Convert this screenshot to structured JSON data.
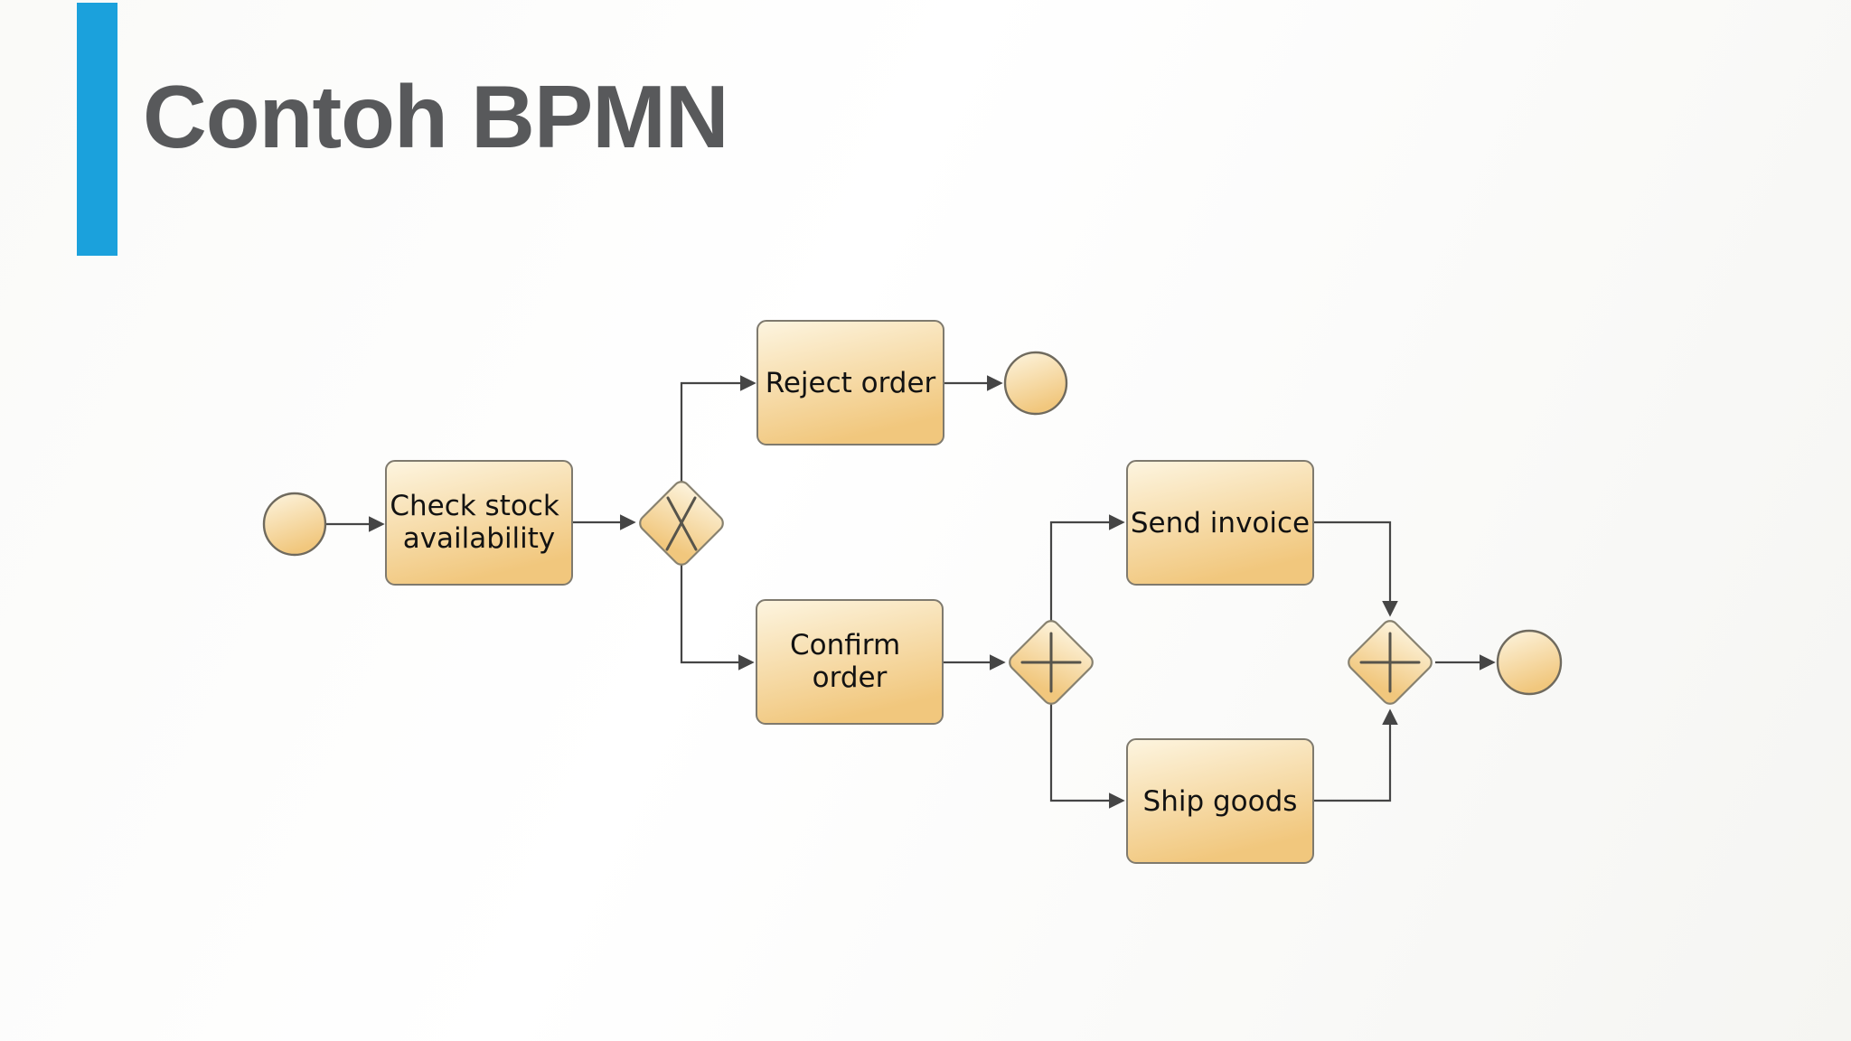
{
  "slide": {
    "title": "Contoh BPMN",
    "title_color": "#58595b",
    "accent_bar_color": "#1ba1dc",
    "background_color": "#fafaf8"
  },
  "diagram": {
    "kind": "bpmn-process-flow",
    "colors": {
      "shape_fill_light": "#fdf5e0",
      "shape_fill_dark": "#f1c77d",
      "task_stroke": "#7f7a6e",
      "gateway_stroke": "#87816f",
      "event_stroke": "#6f6a5e",
      "connector": "#454545",
      "label_text": "#121212"
    },
    "events": {
      "start": {
        "icon": "start-event-circle"
      },
      "end_after_reject": {
        "icon": "end-event-circle"
      },
      "end_after_join": {
        "icon": "end-event-circle"
      }
    },
    "tasks": {
      "check_stock": {
        "lines": [
          "Check stock",
          "availability"
        ]
      },
      "reject_order": {
        "lines": [
          "Reject order"
        ]
      },
      "confirm_order": {
        "lines": [
          "Confirm",
          "order"
        ]
      },
      "send_invoice": {
        "lines": [
          "Send invoice"
        ]
      },
      "ship_goods": {
        "lines": [
          "Ship goods"
        ]
      }
    },
    "gateways": {
      "exclusive": {
        "symbol": "X",
        "icon": "x-mark"
      },
      "parallel_split": {
        "symbol": "+",
        "icon": "plus-mark"
      },
      "parallel_join": {
        "symbol": "+",
        "icon": "plus-mark"
      }
    }
  }
}
